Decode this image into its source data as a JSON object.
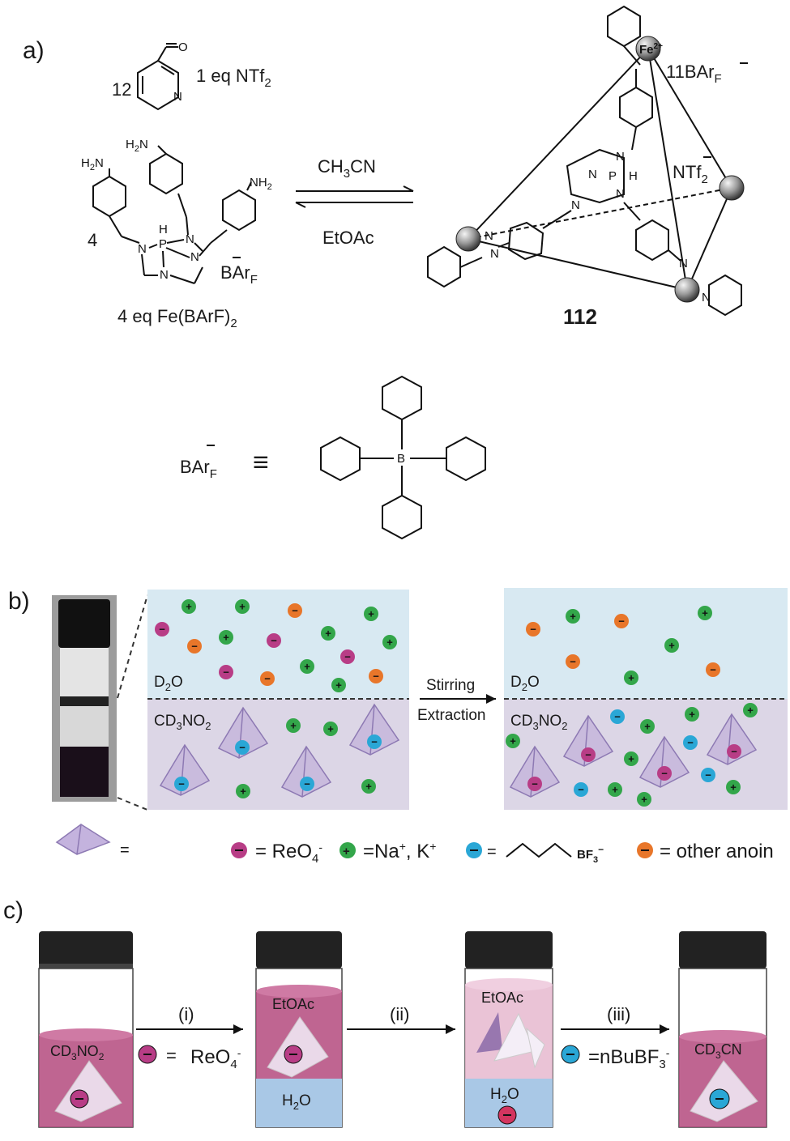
{
  "panel_a": {
    "label": "a)",
    "aldehyde_coeff": "12",
    "ntf2_eq": "1 eq NTf",
    "ntf2_sub": "2",
    "amine_coeff": "4",
    "barf_label": "BAr",
    "barf_sub": "F",
    "fe_eq": "4 eq Fe(BArF)",
    "fe_eq_sub": "2",
    "solvent_forward": "CH",
    "solvent_forward_sub": "3",
    "solvent_forward_tail": "CN",
    "solvent_reverse": "EtOAc",
    "product_number": "112",
    "cage_counterion": "11BAr",
    "cage_counterion_sub": "F",
    "cage_ntf2": "NTf",
    "cage_ntf2_sub": "2",
    "fe_label": "Fe",
    "fe_charge": "2+",
    "nh2": "NH",
    "nh2_sub": "2",
    "h2n": "H",
    "h2n_sub": "2",
    "h2n_tail": "N",
    "barf_equiv_label": "BAr",
    "barf_equiv_sub": "F",
    "equiv_symbol": "≡",
    "boron": "B"
  },
  "panel_b": {
    "label": "b)",
    "upper_phase": "D",
    "upper_phase_sub": "2",
    "upper_phase_tail": "O",
    "lower_phase": "CD",
    "lower_phase_sub": "3",
    "lower_phase_tail": "NO",
    "lower_phase_sub2": "2",
    "arrow_top": "Stirring",
    "arrow_bottom": "Extraction",
    "legend_eq": "=",
    "legend_reo4": "= ReO",
    "legend_reo4_sub": "4",
    "legend_reo4_sup": "-",
    "legend_na": "=Na",
    "legend_na_tail": ", K",
    "legend_bf3": "BF",
    "legend_bf3_sub": "3",
    "legend_other": "= other anoin",
    "colors": {
      "reo4": "#b83d86",
      "cation": "#33a64a",
      "bf3": "#2aa7d6",
      "other": "#e8762a",
      "water": "#d8e9f2",
      "organic": "#dcd6e6",
      "cage": "#b9a6d6"
    }
  },
  "panel_c": {
    "label": "c)",
    "vial1_phase": "CD",
    "vial1_phase_sub": "3",
    "vial1_phase_tail": "NO",
    "vial1_phase_sub2": "2",
    "step1": "(i)",
    "step1_legend": "ReO",
    "step1_legend_sub": "4",
    "vial2_top": "EtOAc",
    "vial2_bottom": "H",
    "vial2_bottom_sub": "2",
    "vial2_bottom_tail": "O",
    "step2": "(ii)",
    "vial3_top": "EtOAc",
    "vial3_bottom": "H",
    "vial3_bottom_sub": "2",
    "vial3_bottom_tail": "O",
    "step3": "(iii)",
    "step3_legend": "=nBuBF",
    "step3_legend_sub": "3",
    "vial4_phase": "CD",
    "vial4_phase_sub": "3",
    "vial4_phase_tail": "CN",
    "colors": {
      "magenta": "#b44a7e",
      "water": "#a9c8e6",
      "cap": "#222222"
    }
  }
}
